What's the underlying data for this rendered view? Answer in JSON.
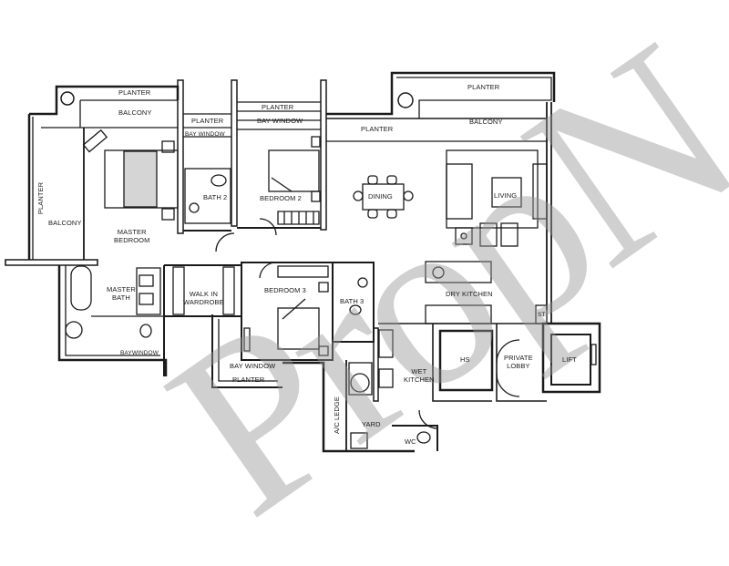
{
  "watermark": "PropN",
  "rooms": {
    "planter_top_left": "PLANTER",
    "balcony_top_left": "BALCONY",
    "planter_left": "PLANTER",
    "balcony_left": "BALCONY",
    "master_bedroom": "MASTER\nBEDROOM",
    "planter_bath2": "PLANTER",
    "bay_window_bath2": "BAY WINDOW",
    "bath2": "BATH 2",
    "planter_bed2": "PLANTER",
    "bay_window_bed2": "BAY WINDOW",
    "bedroom2": "BEDROOM 2",
    "planter_mid": "PLANTER",
    "dining": "DINING",
    "planter_top_right": "PLANTER",
    "balcony_right": "BALCONY",
    "living": "LIVING",
    "master_bath": "MASTER\nBATH",
    "walk_in_wardrobe": "WALK IN\nWARDROBE",
    "bay_window_master_bath": "BAYWINDOW",
    "bedroom3": "BEDROOM 3",
    "bath3": "BATH 3",
    "bay_window_bed3": "BAY WINDOW",
    "planter_bed3": "PLANTER",
    "dry_kitchen": "DRY KITCHEN",
    "wet_kitchen": "WET\nKITCHEN",
    "hs": "HS",
    "private_lobby": "PRIVATE\nLOBBY",
    "st": "ST",
    "lift": "LIFT",
    "ac_ledge": "A/C LEDGE",
    "yard": "YARD",
    "wc": "WC"
  },
  "colors": {
    "wall": "#1a1a1a",
    "background": "#ffffff",
    "watermark": "#969696"
  }
}
